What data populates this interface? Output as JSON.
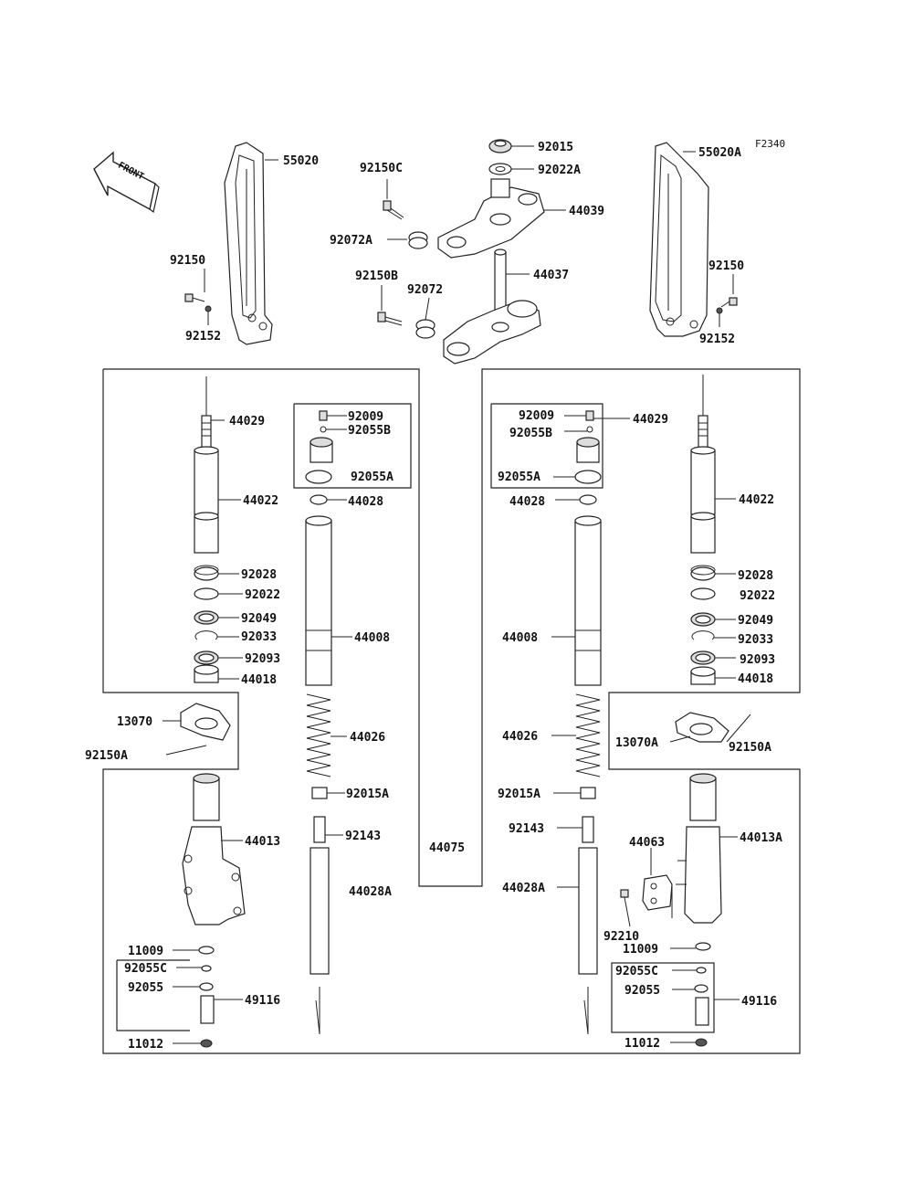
{
  "figure_code": "F2340",
  "front_arrow": "FRONT",
  "parts": {
    "p55020": "55020",
    "p55020A": "55020A",
    "p92015": "92015",
    "p92022A": "92022A",
    "p44039": "44039",
    "p92150C": "92150C",
    "p92072A": "92072A",
    "p44037": "44037",
    "p92150B": "92150B",
    "p92072": "92072",
    "p92150_l": "92150",
    "p92152_l": "92152",
    "p92150_r": "92150",
    "p92152_r": "92152",
    "p44029_l": "44029",
    "p44022_l": "44022",
    "p92028_l": "92028",
    "p92022_l": "92022",
    "p92049_l": "92049",
    "p92033_l": "92033",
    "p92093_l": "92093",
    "p44018_l": "44018",
    "p92009_l": "92009",
    "p92055B_l": "92055B",
    "p92055A_l": "92055A",
    "p44028_l": "44028",
    "p44008_l": "44008",
    "p44026_l": "44026",
    "p92015A_l": "92015A",
    "p92143_l": "92143",
    "p44028A_l": "44028A",
    "p13070": "13070",
    "p92150A_l": "92150A",
    "p44013": "44013",
    "p11009_l": "11009",
    "p92055C_l": "92055C",
    "p92055_l": "92055",
    "p49116_l": "49116",
    "p11012_l": "11012",
    "p44075": "44075",
    "p92009_r": "92009",
    "p92055B_r": "92055B",
    "p44029_r": "44029",
    "p92055A_r": "92055A",
    "p44028_r": "44028",
    "p44022_r": "44022",
    "p92028_r": "92028",
    "p92022_r": "92022",
    "p92049_r": "92049",
    "p92033_r": "92033",
    "p92093_r": "92093",
    "p44018_r": "44018",
    "p44008_r": "44008",
    "p44026_r": "44026",
    "p92015A_r": "92015A",
    "p92143_r": "92143",
    "p44028A_r": "44028A",
    "p13070A": "13070A",
    "p92150A_r": "92150A",
    "p44013A": "44013A",
    "p44063": "44063",
    "p92210": "92210",
    "p11009_r": "11009",
    "p92055C_r": "92055C",
    "p92055_r": "92055",
    "p49116_r": "49116",
    "p11012_r": "11012"
  }
}
